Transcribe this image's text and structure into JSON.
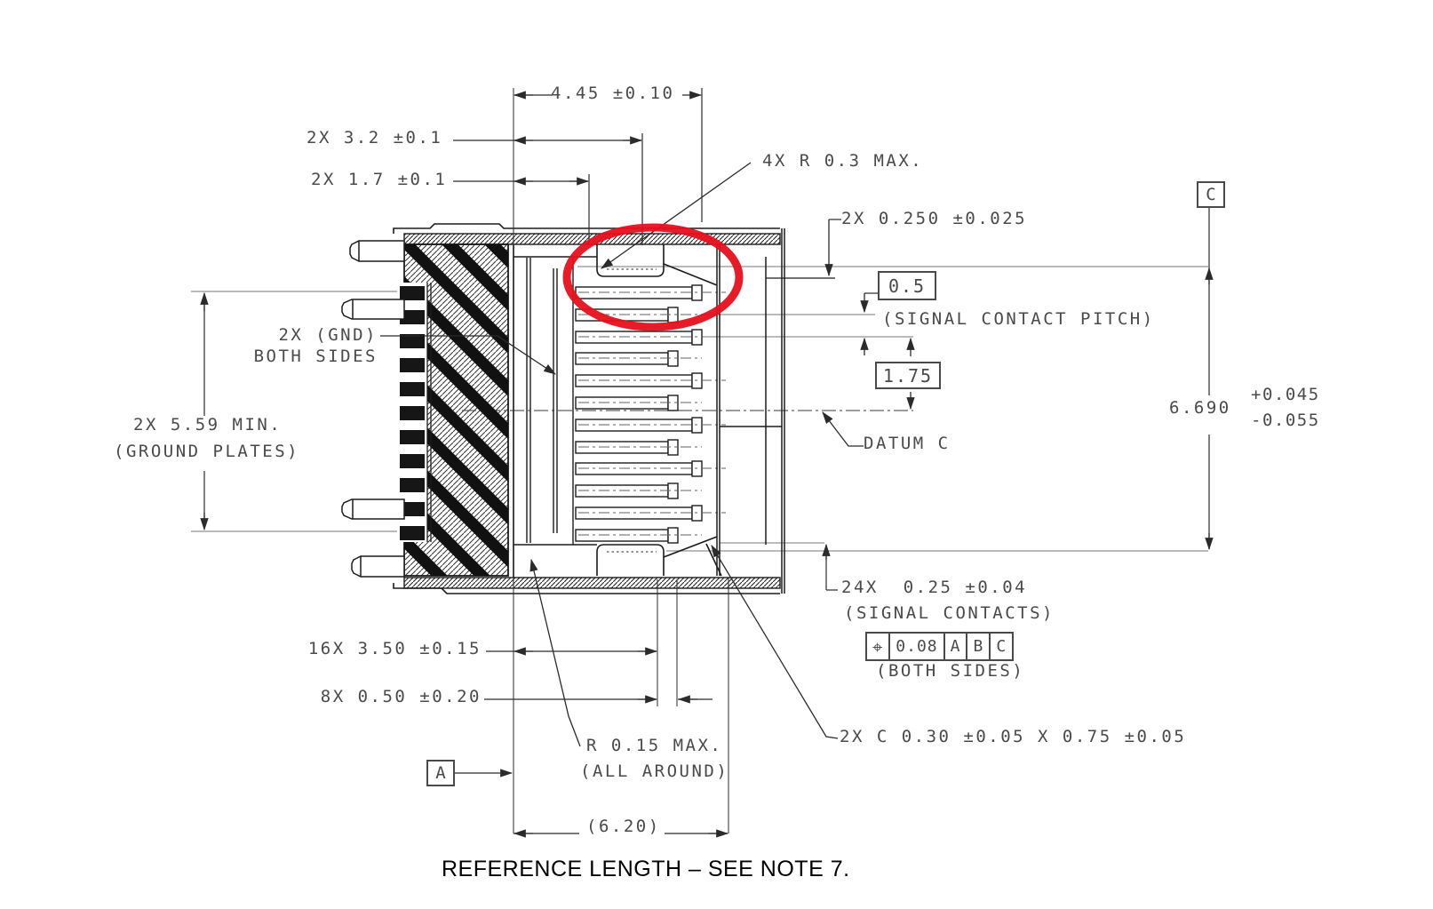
{
  "labels": {
    "dim_445": "4.45 ±0.10",
    "dim_32": "2X 3.2 ±0.1",
    "dim_17": "2X 1.7 ±0.1",
    "radius_note": "4X R 0.3 MAX.",
    "dim_0250": "2X 0.250 ±0.025",
    "pitch_value": "0.5",
    "pitch_note": "(SIGNAL CONTACT PITCH)",
    "dim_175": "1.75",
    "datum_c_label": "DATUM C",
    "dim_6690": "6.690",
    "tol_plus": "+0.045",
    "tol_minus": "-0.055",
    "gnd_line1": "2X (GND)",
    "gnd_line2": "BOTH SIDES",
    "ground_plates_line1": "2X 5.59 MIN.",
    "ground_plates_line2": "(GROUND PLATES)",
    "dim_350": "16X 3.50 ±0.15",
    "dim_050": "8X 0.50 ±0.20",
    "r015_line1": "R 0.15 MAX.",
    "r015_line2": "(ALL AROUND)",
    "dim_24x": "24X  0.25 ±0.04",
    "signal_contacts": "(SIGNAL CONTACTS)",
    "both_sides": "(BOTH SIDES)",
    "chamfer": "2X C 0.30 ±0.05 X 0.75 ±0.05",
    "dim_620": "(6.20)",
    "ref_note": "REFERENCE LENGTH – SEE NOTE 7."
  },
  "fcf": {
    "symbol": "⌖",
    "tolerance": "0.08",
    "datum_1": "A",
    "datum_2": "B",
    "datum_3": "C"
  },
  "datum_flags": {
    "a": "A",
    "c": "C"
  },
  "colors": {
    "highlight_red": "#e6101c",
    "line": "#1c1c1c",
    "dim_text": "#4a4a4a"
  }
}
